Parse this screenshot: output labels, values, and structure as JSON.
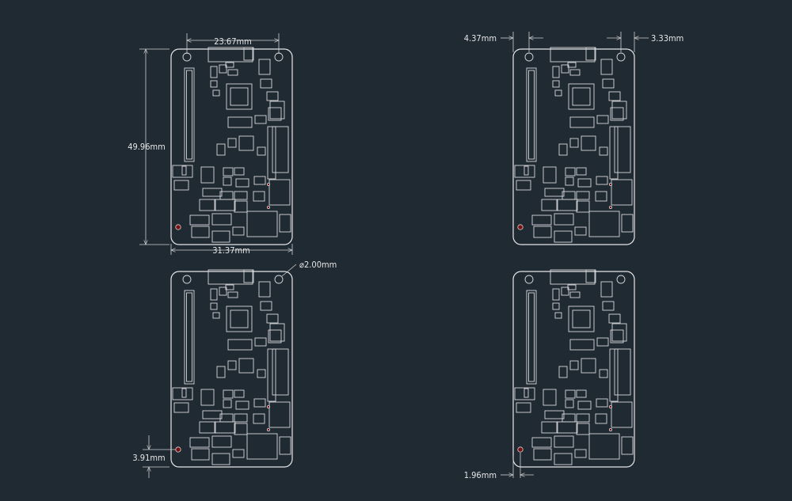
{
  "colors": {
    "background": "#1f2a33",
    "line": "#e8e8e8",
    "marker": "#7a1010"
  },
  "dimensions": {
    "width_top": "23.67mm",
    "height": "49.96mm",
    "width_bottom": "31.37mm",
    "hole_diameter": "⌀2.00mm",
    "left_offset": "4.37mm",
    "right_offset": "3.33mm",
    "hole_y_offset": "3.91mm",
    "hole_x_offset": "1.96mm"
  }
}
